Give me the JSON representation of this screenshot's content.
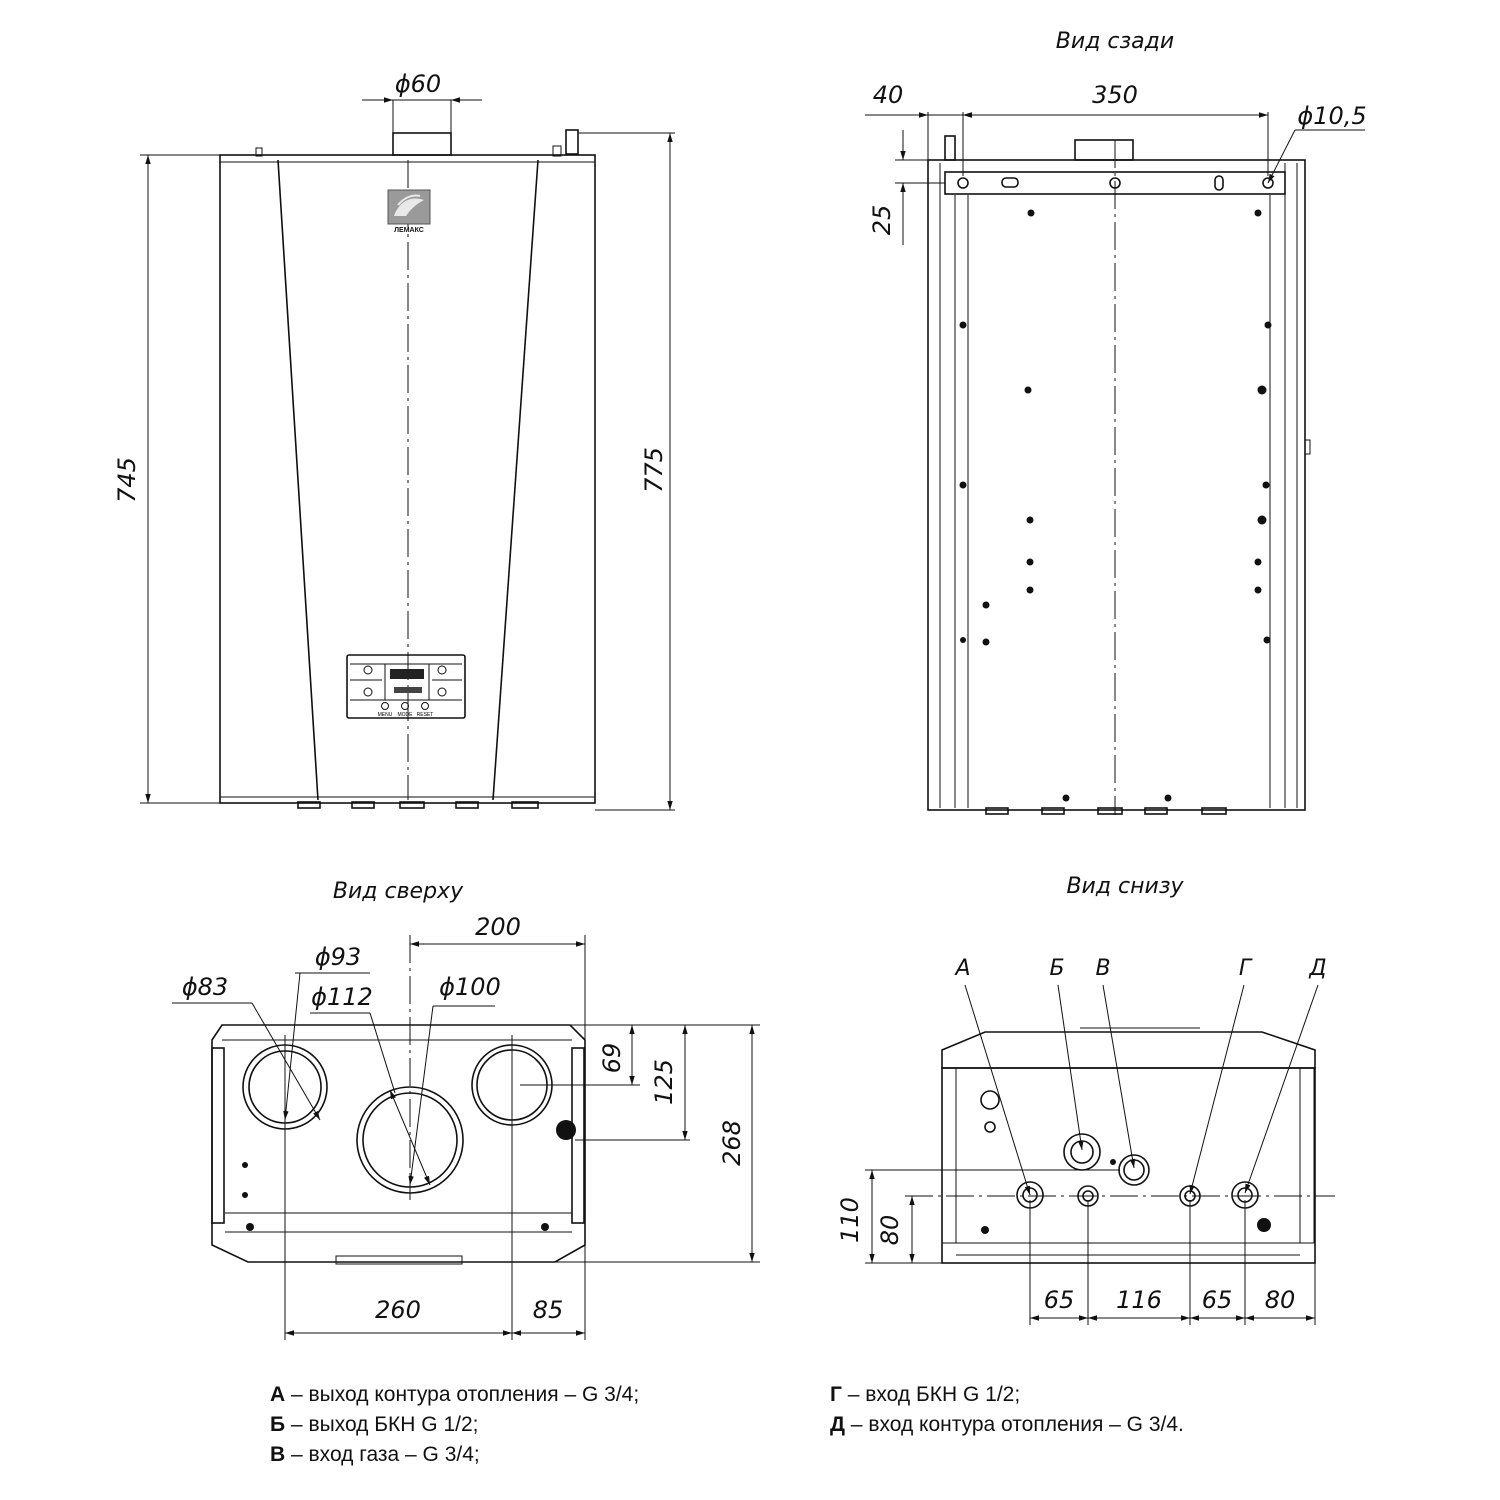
{
  "views": {
    "rear": "Вид сзади",
    "top": "Вид сверху",
    "bottom": "Вид снизу"
  },
  "front": {
    "logo": "ЛЕМАКС",
    "panel_buttons": [
      "MENU",
      "MODE",
      "RESET"
    ],
    "dims": {
      "flue": "ϕ60",
      "height_body": "745",
      "height_total": "775"
    }
  },
  "rear_dims": {
    "offset": "40",
    "width": "350",
    "hole": "ϕ10,5",
    "top": "25"
  },
  "top_dims": {
    "d83": "ϕ83",
    "d93": "ϕ93",
    "d112": "ϕ112",
    "d100": "ϕ100",
    "w200": "200",
    "h69": "69",
    "h125": "125",
    "depth": "268",
    "w260": "260",
    "w85": "85"
  },
  "bottom_dims": {
    "h110": "110",
    "h80": "80",
    "s1": "65",
    "s2": "116",
    "s3": "65",
    "s4": "80"
  },
  "connections": [
    "А",
    "Б",
    "В",
    "Г",
    "Д"
  ],
  "legend": [
    {
      "letter": "А",
      "text": " – выход контура отопления – G 3/4;"
    },
    {
      "letter": "Б",
      "text": " – выход БКН G 1/2;"
    },
    {
      "letter": "В",
      "text": " – вход газа – G 3/4;"
    },
    {
      "letter": "Г",
      "text": " – вход БКН G 1/2;"
    },
    {
      "letter": "Д",
      "text": " – вход контура отопления – G 3/4."
    }
  ]
}
